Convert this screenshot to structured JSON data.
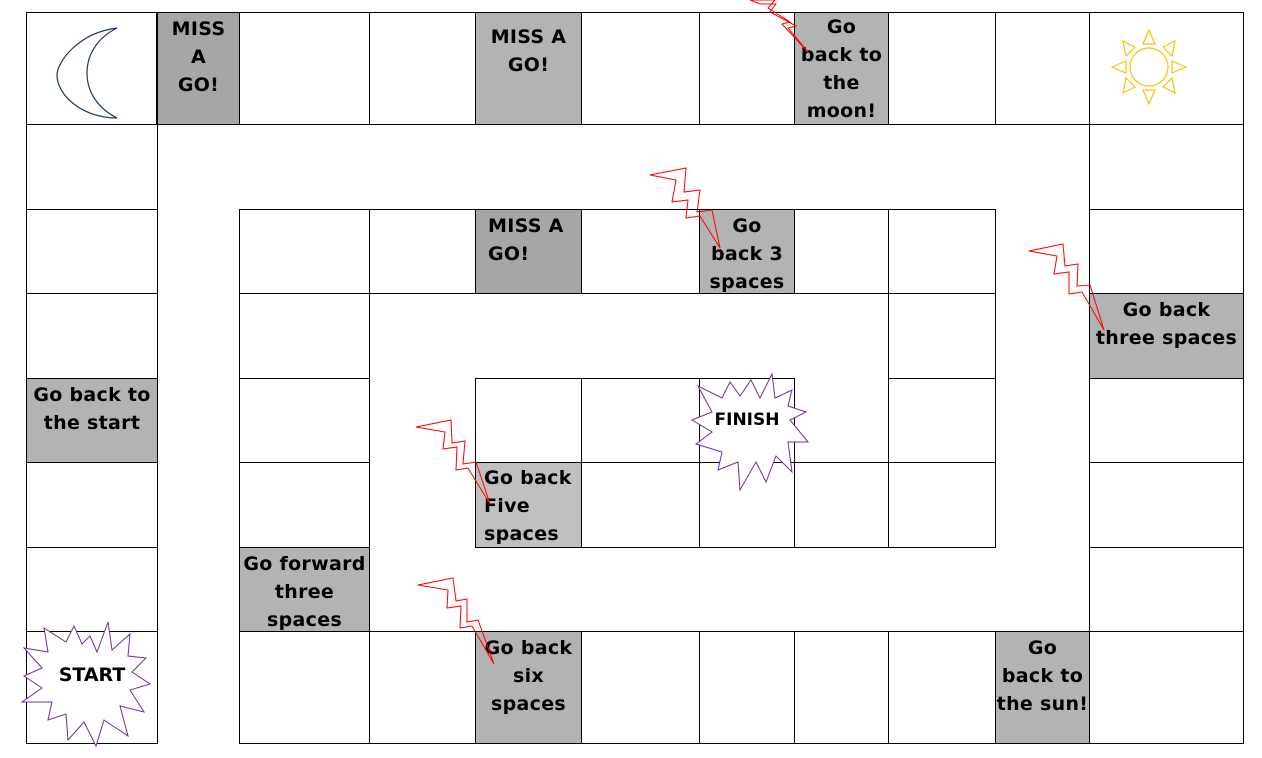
{
  "board": {
    "start_label": "START",
    "finish_label": "FINISH",
    "corner_icons": [
      "moon-icon",
      "sun-icon"
    ],
    "colors": {
      "square_border": "#000000",
      "shaded_square": "#b3b3b3",
      "lightning": "#ff0000",
      "star_outline": "#7030a0",
      "moon_outline": "#1f3864",
      "sun_outline": "#ffc000"
    },
    "squares": {
      "miss_a_go_1": "MISS\nA\nGO!",
      "miss_a_go_2": "MISS A\nGO!",
      "back_to_moon": "Go\nback to\nthe\nmoon!",
      "miss_a_go_3": "MISS A\nGO!",
      "back_3_spaces": "Go\nback 3\nspaces",
      "back_three_spaces": "Go back\nthree spaces",
      "back_to_start": "Go back to\nthe start",
      "back_five_spaces": "Go back\nFive\nspaces",
      "forward_three_spaces": "Go forward\nthree\nspaces",
      "back_six_spaces": "Go back\nsix\nspaces",
      "back_to_sun": "Go\nback to\nthe sun!"
    }
  }
}
